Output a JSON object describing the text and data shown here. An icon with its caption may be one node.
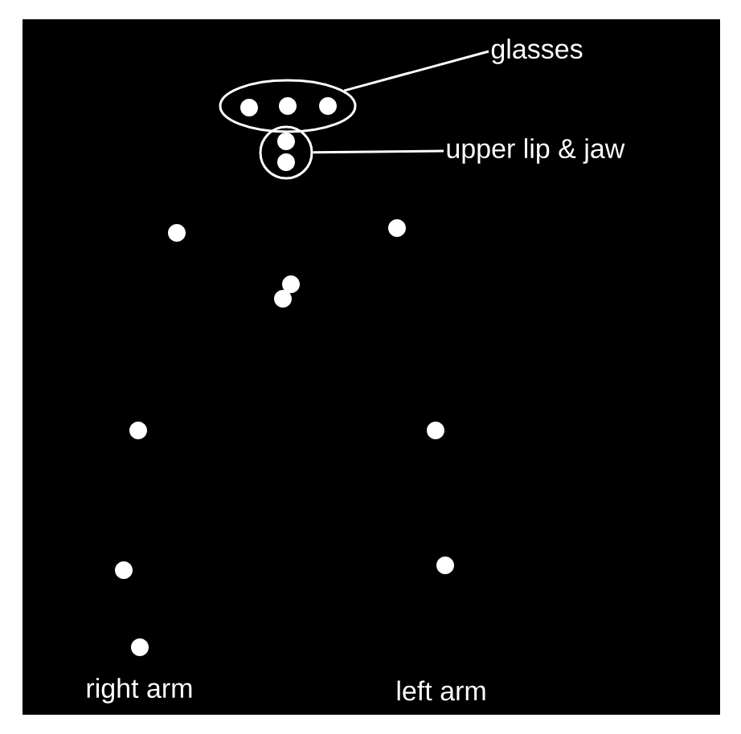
{
  "diagram": {
    "nodes": [
      {
        "text": [
          "glasses"
        ]
      },
      {
        "text": [],
        "shape": "ellipse"
      },
      {
        "text": [
          "upper lip & jaw"
        ]
      },
      {
        "text": [],
        "shape": "circle"
      }
    ],
    "edges": [
      {
        "from": 0,
        "to": 1,
        "arrow": "none"
      },
      {
        "from": 2,
        "to": 3,
        "arrow": "none"
      }
    ],
    "labels": [
      "right arm",
      "left arm"
    ]
  }
}
